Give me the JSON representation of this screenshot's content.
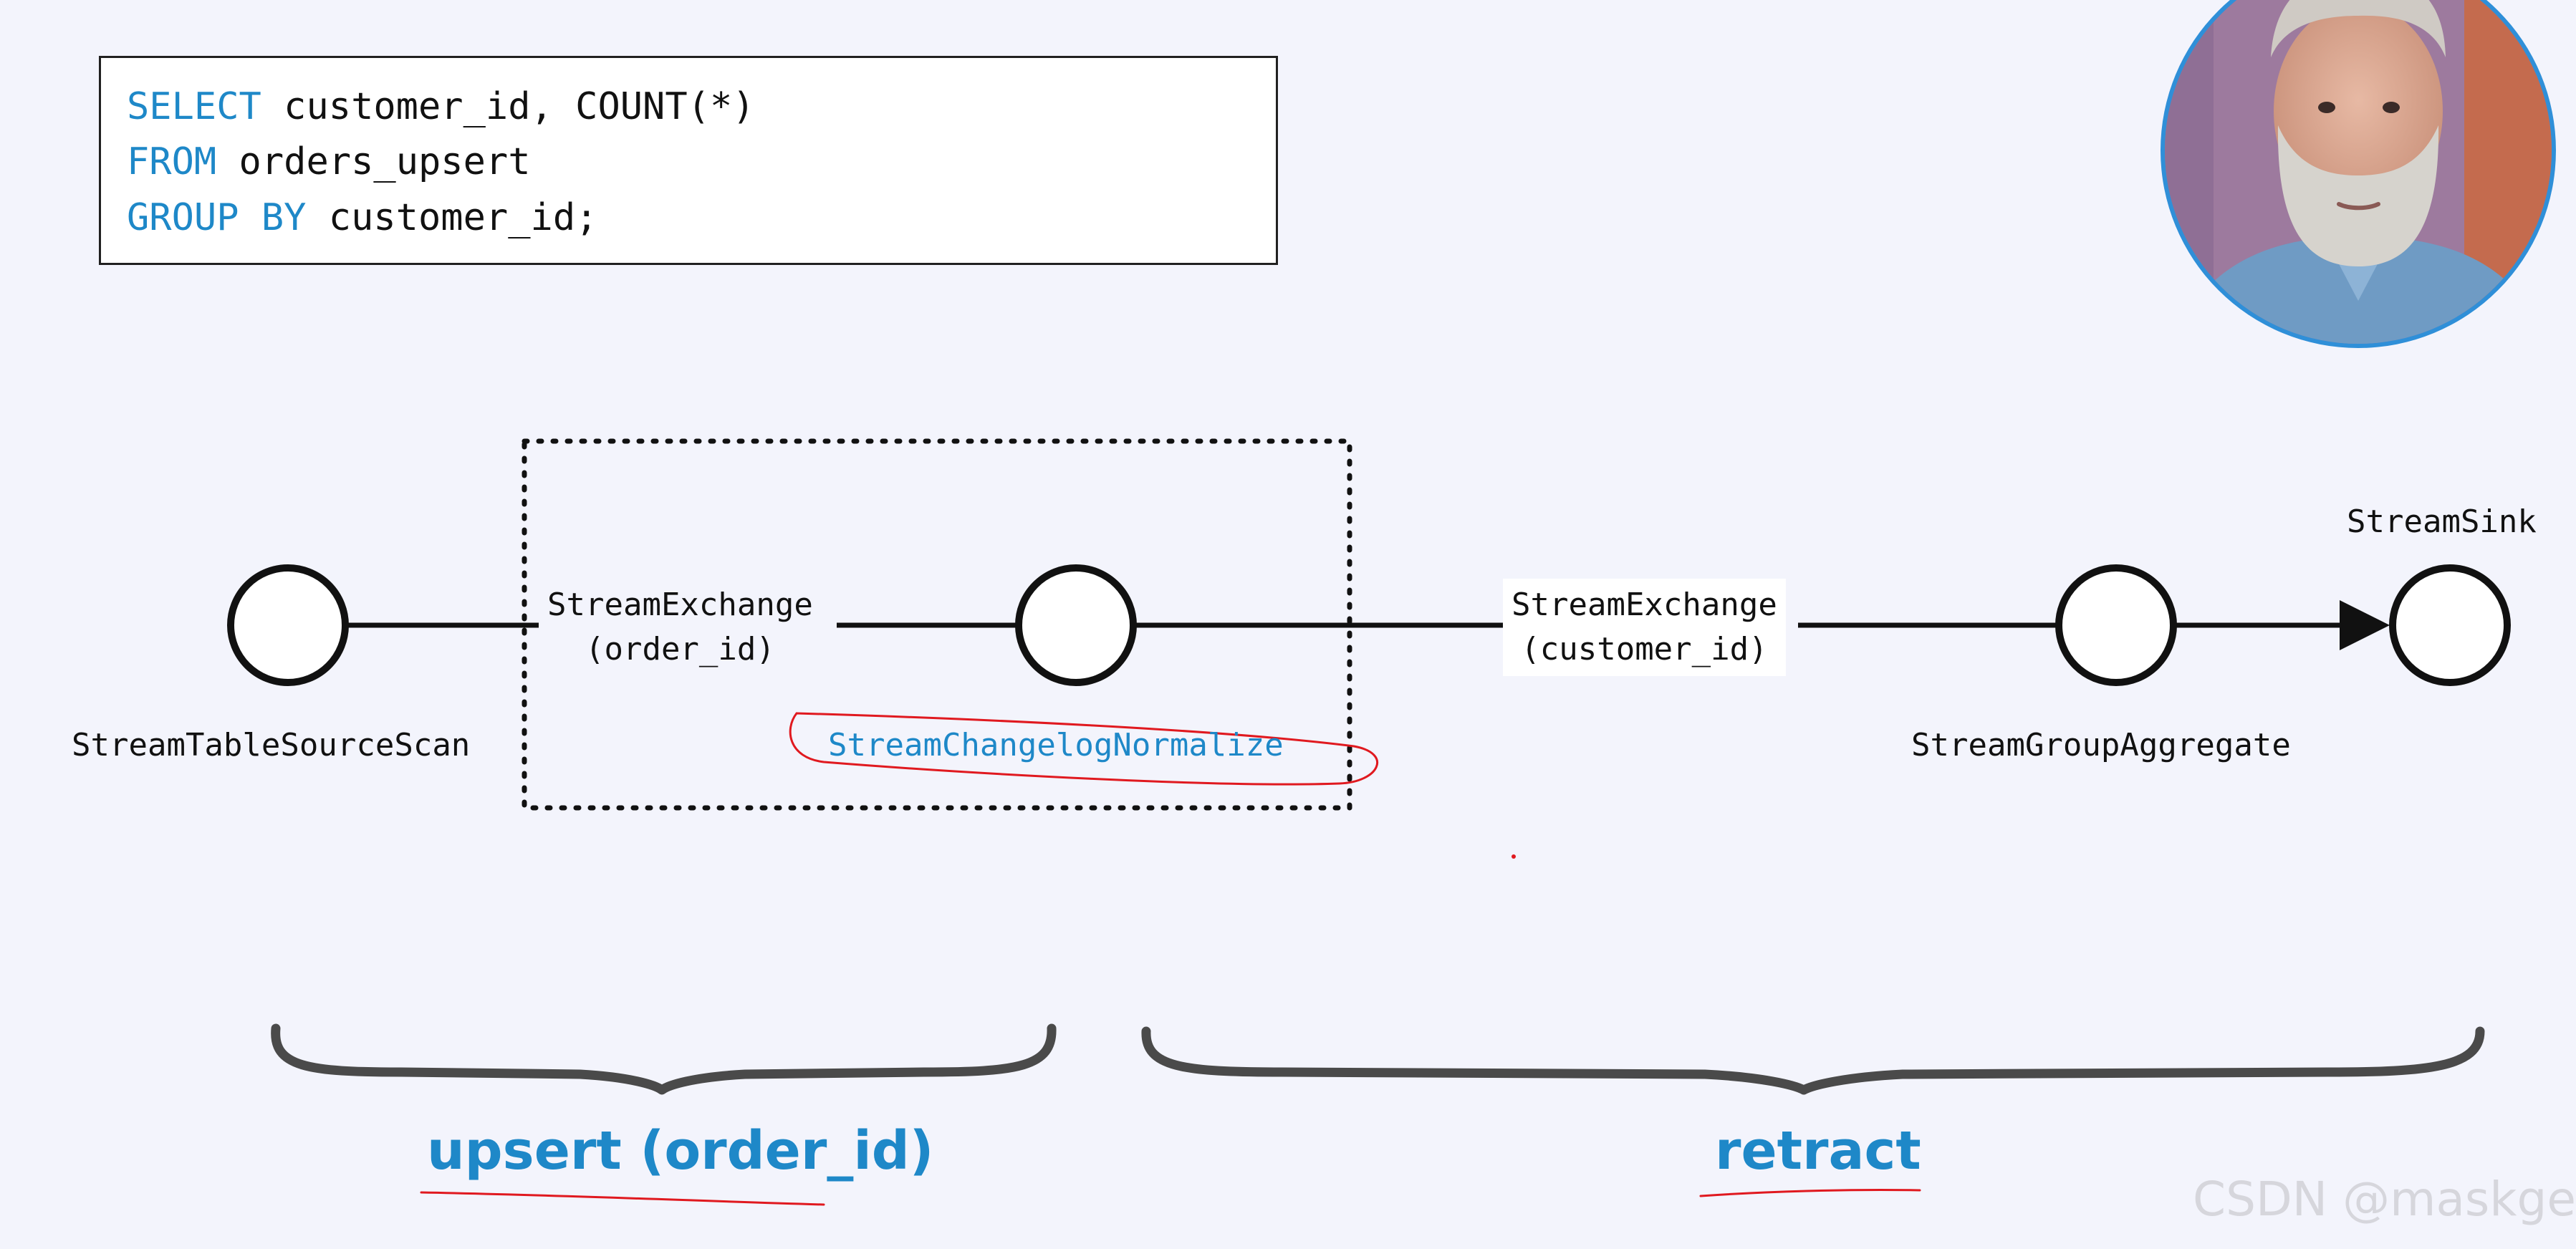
{
  "code": {
    "line1": {
      "kw": "SELECT",
      "rest": " customer_id, COUNT(*)"
    },
    "line2": {
      "kw": "FROM",
      "rest": " orders_upsert"
    },
    "line3": {
      "kw": "GROUP BY",
      "rest": " customer_id;"
    }
  },
  "nodes": {
    "source": "StreamTableSourceScan",
    "normalize": "StreamChangelogNormalize",
    "aggregate": "StreamGroupAggregate",
    "sink": "StreamSink"
  },
  "exchanges": {
    "first": {
      "line1": "StreamExchange",
      "line2": "(order_id)"
    },
    "second": {
      "line1": "StreamExchange",
      "line2": "(customer_id)"
    }
  },
  "modes": {
    "left": "upsert (order_id)",
    "right": "retract"
  },
  "watermark": "CSDN @maskge",
  "colors": {
    "accent": "#1e88c8",
    "annotation": "#e0191f",
    "background": "#f3f4fc",
    "avatar_ring": "#2f8fd8"
  }
}
